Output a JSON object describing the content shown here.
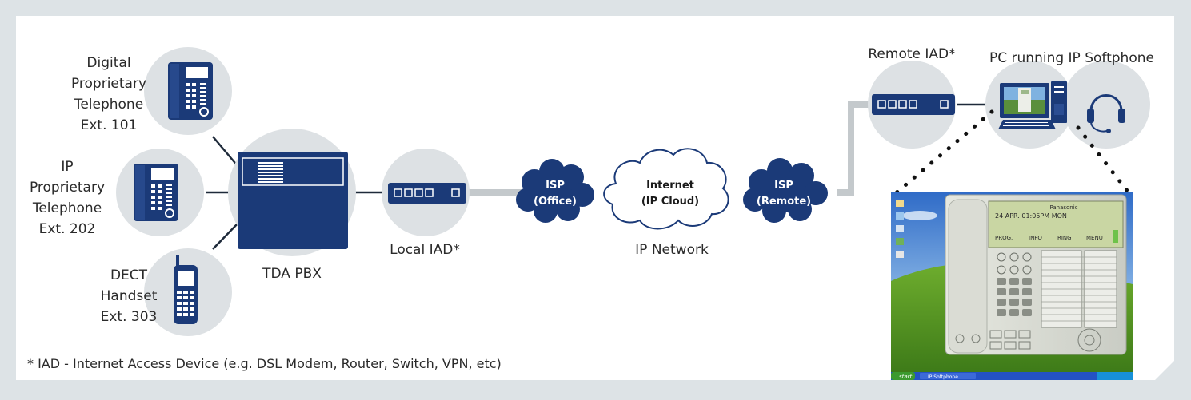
{
  "devices": {
    "digital_phone": [
      "Digital",
      "Proprietary",
      "Telephone",
      "Ext. 101"
    ],
    "ip_phone": [
      "IP",
      "Proprietary",
      "Telephone",
      "Ext. 202"
    ],
    "dect": [
      "DECT",
      "Handset",
      "Ext. 303"
    ],
    "pbx": "TDA PBX",
    "local_iad": "Local IAD*",
    "remote_iad": "Remote IAD*",
    "pc": "PC running IP Softphone"
  },
  "network": {
    "isp_office": [
      "ISP",
      "(Office)"
    ],
    "internet": [
      "Internet",
      "(IP Cloud)"
    ],
    "isp_remote": [
      "ISP",
      "(Remote)"
    ],
    "label": "IP Network"
  },
  "softphone": {
    "brand": "Panasonic",
    "display_line": "24 APR. 01:05PM  MON",
    "softkeys": [
      "PROG.",
      "INFO",
      "RING",
      "MENU"
    ],
    "taskbar_start": "start",
    "taskbar_item": "IP Softphone"
  },
  "footnote": "* IAD - Internet Access Device (e.g. DSL Modem, Router, Switch, VPN, etc)",
  "colors": {
    "navy": "#1b3a78",
    "circle": "#dde1e4",
    "background": "#dde3e6",
    "panel": "#ffffff",
    "link": "#c4c9cc"
  }
}
